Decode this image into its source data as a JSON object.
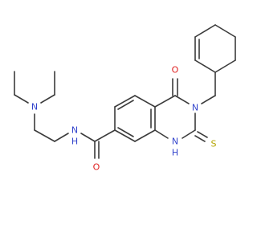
{
  "molecule": {
    "colors": {
      "bond": "#3b3b3b",
      "nitrogen": "#3344cc",
      "oxygen": "#e02020",
      "sulfur": "#b3a400"
    },
    "labels": {
      "o_carbonyl": "O",
      "n3": "N",
      "n1h": "N",
      "n1h_h": "H",
      "s_thione": "S",
      "o_amide": "O",
      "n_amide": "N",
      "n_amide_h": "H",
      "n_amine": "N"
    }
  }
}
